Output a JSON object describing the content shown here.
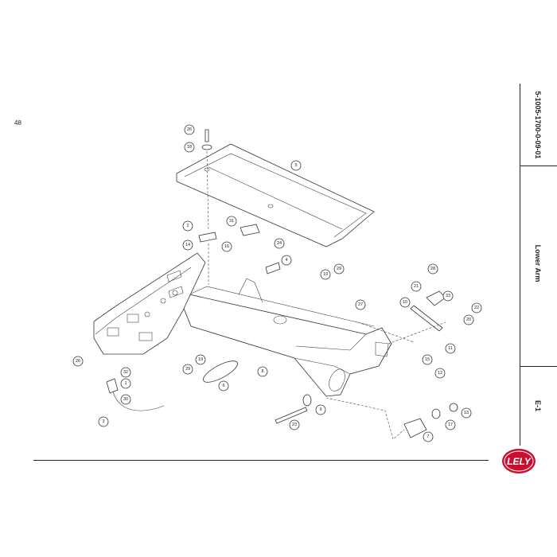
{
  "page": {
    "number": "48"
  },
  "sidebar": {
    "doc_code": "5-1005-1700-0-09-01",
    "section_title": "Lower Arm",
    "section_code": "E-1"
  },
  "logo": {
    "text": "LELY",
    "color": "#c8102e"
  },
  "callouts": [
    "26",
    "18",
    "5",
    "2",
    "31",
    "16",
    "14",
    "24",
    "4",
    "29",
    "19",
    "28",
    "21",
    "33",
    "10",
    "22",
    "20",
    "27",
    "11",
    "15",
    "12",
    "26",
    "32",
    "29",
    "19",
    "1",
    "8",
    "6",
    "30",
    "9",
    "3",
    "23",
    "13",
    "17",
    "7"
  ]
}
